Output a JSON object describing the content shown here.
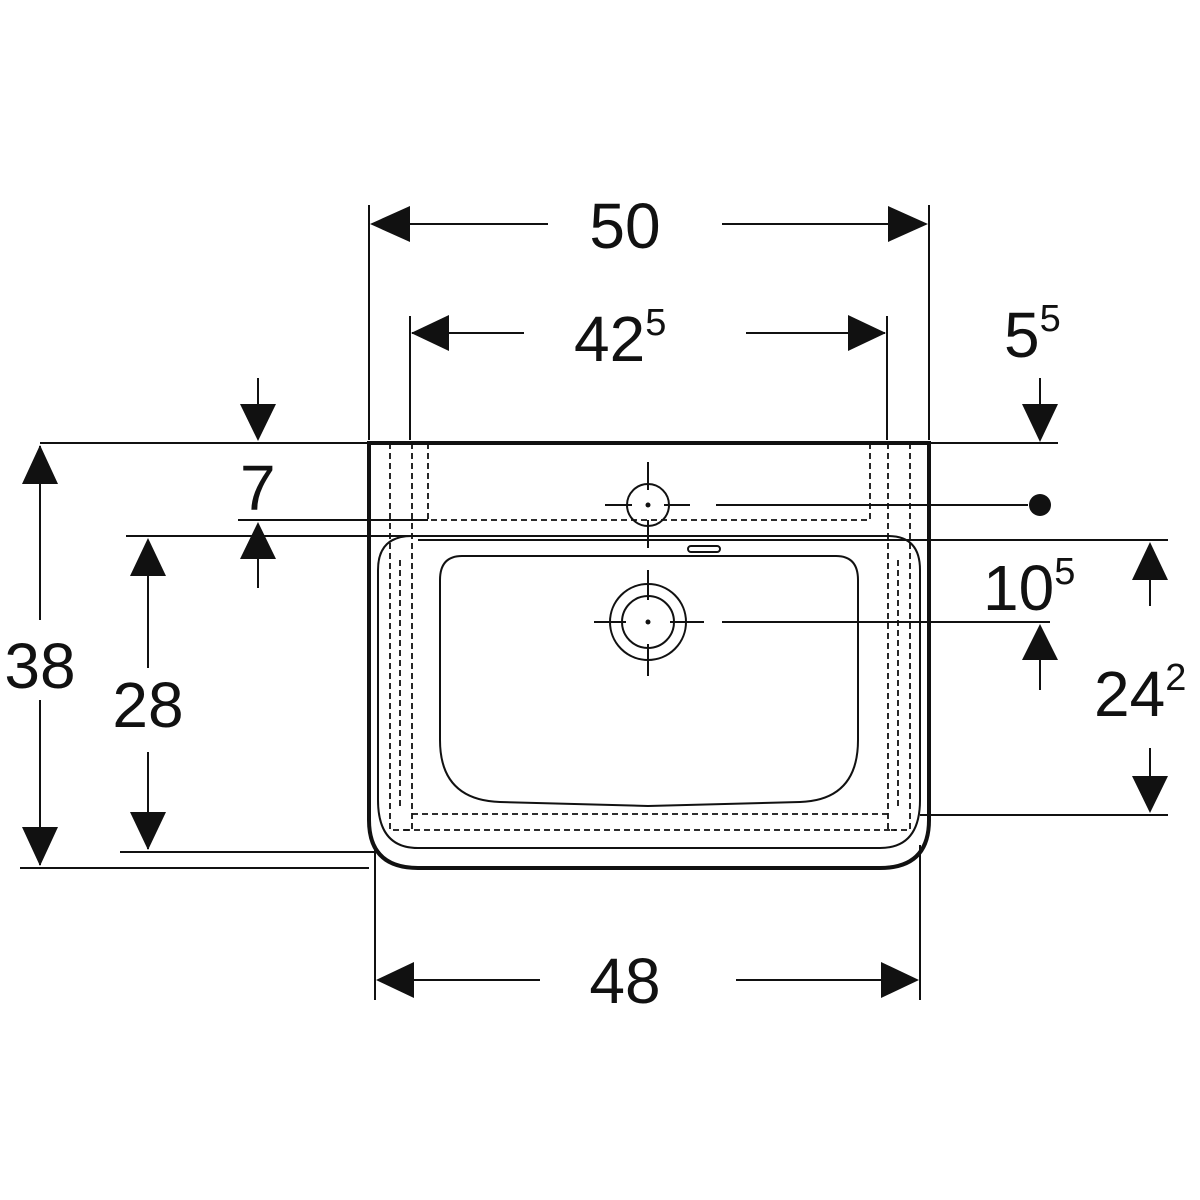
{
  "dimensions": {
    "overall_width": "50",
    "inner_width_main": "42",
    "inner_width_sup": "5",
    "tap_offset_main": "5",
    "tap_offset_sup": "5",
    "rim_depth": "7",
    "overall_depth": "38",
    "bowl_depth": "28",
    "drain_offset_main": "10",
    "drain_offset_sup": "5",
    "front_depth_main": "24",
    "front_depth_sup": "2",
    "bottom_width": "48"
  }
}
